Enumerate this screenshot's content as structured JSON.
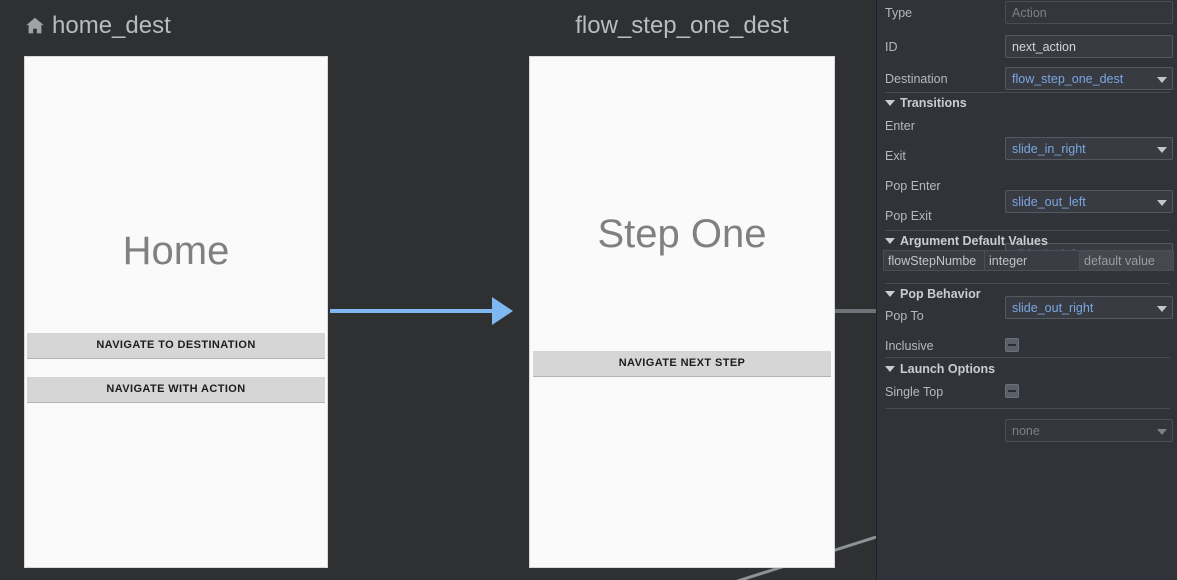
{
  "canvas": {
    "background_color": "#2e3032",
    "connection_color": "#7fb8f0",
    "destinations": [
      {
        "name": "home_dest",
        "icon": "home-icon",
        "has_icon": true,
        "screen_title": "Home",
        "buttons": [
          "NAVIGATE TO DESTINATION",
          "NAVIGATE WITH ACTION"
        ]
      },
      {
        "name": "flow_step_one_dest",
        "icon": null,
        "has_icon": false,
        "screen_title": "Step One",
        "buttons": [
          "NAVIGATE NEXT STEP"
        ]
      }
    ]
  },
  "inspector": {
    "type": {
      "label": "Type",
      "value": "",
      "placeholder": "Action",
      "disabled": true
    },
    "id": {
      "label": "ID",
      "value": "next_action",
      "disabled": false
    },
    "destination": {
      "label": "Destination",
      "value": "flow_step_one_dest",
      "control": "dropdown"
    },
    "transitions": {
      "section_label": "Transitions",
      "rows": [
        {
          "label": "Enter",
          "value": "slide_in_right"
        },
        {
          "label": "Exit",
          "value": "slide_out_left"
        },
        {
          "label": "Pop Enter",
          "value": "slide_in_left"
        },
        {
          "label": "Pop Exit",
          "value": "slide_out_right"
        }
      ]
    },
    "arguments": {
      "section_label": "Argument Default Values",
      "rows": [
        {
          "name": "flowStepNumbe",
          "type": "integer",
          "default_placeholder": "default value"
        }
      ]
    },
    "pop_behavior": {
      "section_label": "Pop Behavior",
      "pop_to": {
        "label": "Pop To",
        "value": "none",
        "disabled": true
      },
      "inclusive": {
        "label": "Inclusive",
        "state": "indeterminate"
      }
    },
    "launch_options": {
      "section_label": "Launch Options",
      "single_top": {
        "label": "Single Top",
        "state": "indeterminate"
      }
    }
  }
}
